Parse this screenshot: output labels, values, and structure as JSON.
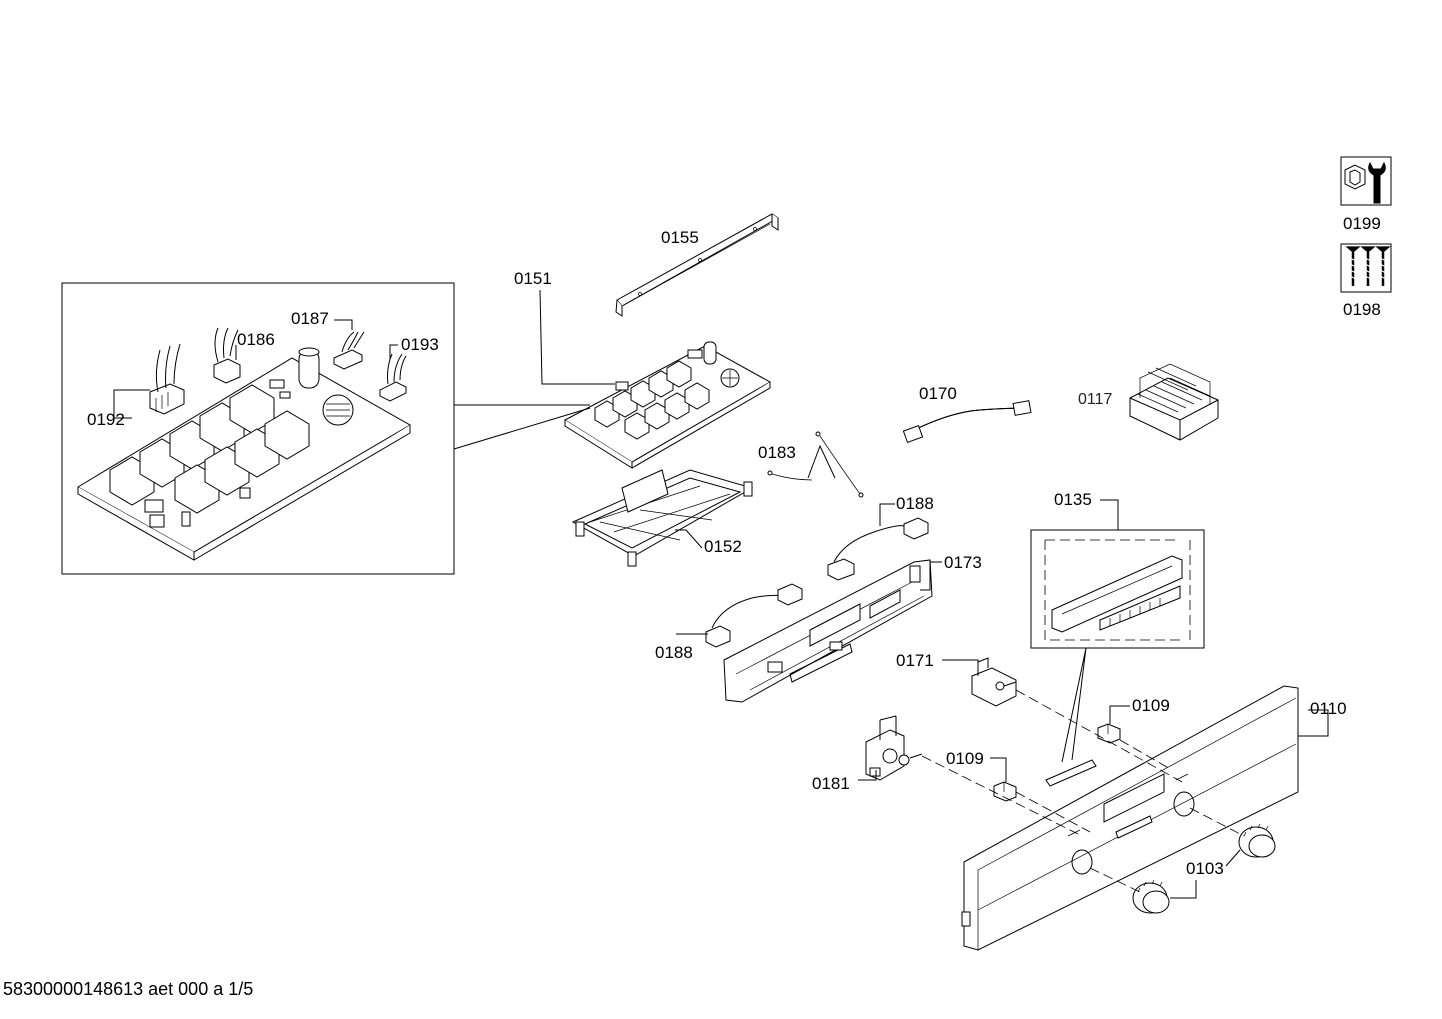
{
  "labels": {
    "p0199": "0199",
    "p0198": "0198",
    "p0155": "0155",
    "p0151": "0151",
    "p0187": "0187",
    "p0186": "0186",
    "p0193": "0193",
    "p0192": "0192",
    "p0170": "0170",
    "p0117": "0117",
    "p0183": "0183",
    "p0188a": "0188",
    "p0152": "0152",
    "p0135": "0135",
    "p0173": "0173",
    "p0188b": "0188",
    "p0171": "0171",
    "p0109a": "0109",
    "p0110": "0110",
    "p0109b": "0109",
    "p0181": "0181",
    "p0103": "0103"
  },
  "footer": "58300000148613 aet 000 a 1/5",
  "icons": [
    "tool-wrench-icon",
    "screws-icon"
  ]
}
